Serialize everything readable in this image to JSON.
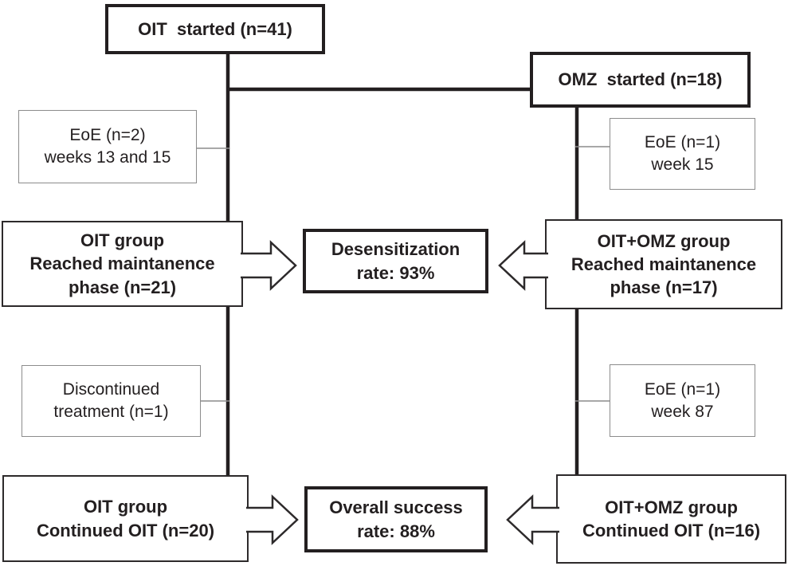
{
  "diagram": {
    "type": "study-flowchart",
    "boxes": {
      "oit_started": {
        "text": "OIT  started (n=41)"
      },
      "omz_started": {
        "text": "OMZ  started (n=18)"
      },
      "eoe_left_1": {
        "text": "EoE (n=2)\nweeks 13 and 15"
      },
      "eoe_right_1": {
        "text": "EoE (n=1)\nweek 15"
      },
      "oit_maintenance": {
        "text": "OIT group\nReached maintanence\nphase (n=21)"
      },
      "desensitization": {
        "text": "Desensitization\nrate: 93%"
      },
      "oit_omz_maintenance": {
        "text": "OIT+OMZ group\nReached maintanence\nphase (n=17)"
      },
      "discontinued": {
        "text": "Discontinued\ntreatment (n=1)"
      },
      "eoe_right_2": {
        "text": "EoE (n=1)\nweek 87"
      },
      "oit_continued": {
        "text": "OIT group\nContinued OIT (n=20)"
      },
      "overall_success": {
        "text": "Overall success\nrate: 88%"
      },
      "oit_omz_continued": {
        "text": "OIT+OMZ group\nContinued OIT (n=16)"
      }
    },
    "colors": {
      "line_dark": "#231f20",
      "line_thin": "#8c8c8c",
      "background": "#ffffff",
      "text": "#231f20"
    }
  }
}
